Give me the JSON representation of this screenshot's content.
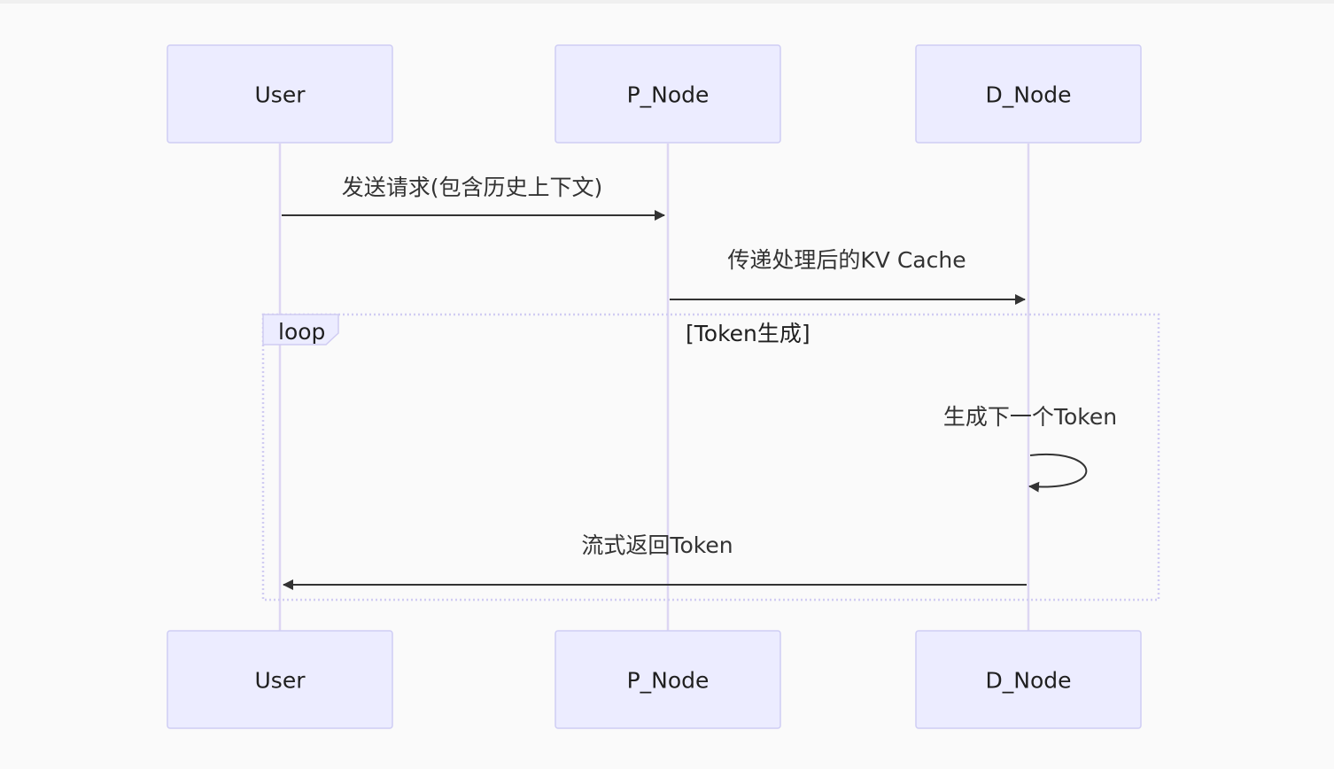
{
  "diagram": {
    "type": "sequence",
    "actors": [
      {
        "id": "user",
        "label": "User"
      },
      {
        "id": "p_node",
        "label": "P_Node"
      },
      {
        "id": "d_node",
        "label": "D_Node"
      }
    ],
    "messages": [
      {
        "from": "user",
        "to": "p_node",
        "label": "发送请求(包含历史上下文)"
      },
      {
        "from": "p_node",
        "to": "d_node",
        "label": "传递处理后的KV Cache"
      },
      {
        "from": "d_node",
        "to": "d_node",
        "label": "生成下一个Token"
      },
      {
        "from": "d_node",
        "to": "user",
        "label": "流式返回Token"
      }
    ],
    "loop": {
      "keyword": "loop",
      "condition": "[Token生成]"
    },
    "colors": {
      "actor_fill": "#ececff",
      "actor_stroke": "#cfcdf4",
      "lifeline": "#ddd6f3",
      "message": "#333333",
      "background": "#fafafa"
    }
  }
}
